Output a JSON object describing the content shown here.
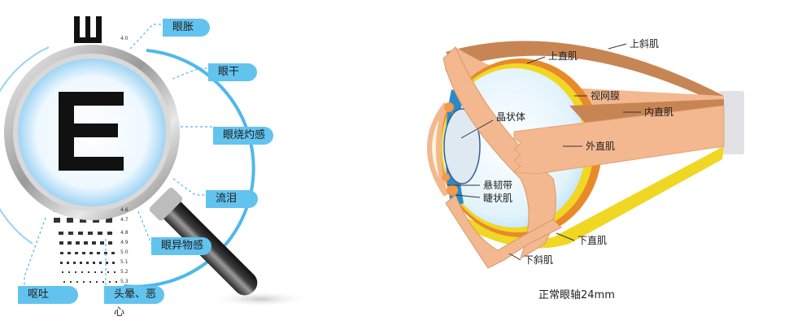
{
  "symptom_tags": [
    "眼胀",
    "眼干",
    "眼烧灼感",
    "流泪",
    "眼异物感",
    "呕吐",
    "头晕、恶心"
  ],
  "chart": {
    "big_letter": "E",
    "acuity_values": [
      "4.0",
      "4.6",
      "4.7",
      "4.8",
      "4.9",
      "5.0",
      "5.1",
      "5.2",
      "5.3"
    ]
  },
  "eye_labels": {
    "superior_oblique": "上斜肌",
    "superior_rectus": "上直肌",
    "retina": "视网膜",
    "medial_rectus": "内直肌",
    "lens": "晶状体",
    "lateral_rectus": "外直肌",
    "zonule": "悬韧带",
    "ciliary_muscle": "睫状肌",
    "inferior_rectus": "下直肌",
    "inferior_oblique": "下斜肌"
  },
  "caption": "正常眼轴24mm",
  "colors": {
    "tag_blue": "#62c3ef",
    "muscle": "#f3b890",
    "muscle_dark": "#c88554",
    "retina_yellow": "#f0d723",
    "sclera_orange": "#e88a2a"
  }
}
